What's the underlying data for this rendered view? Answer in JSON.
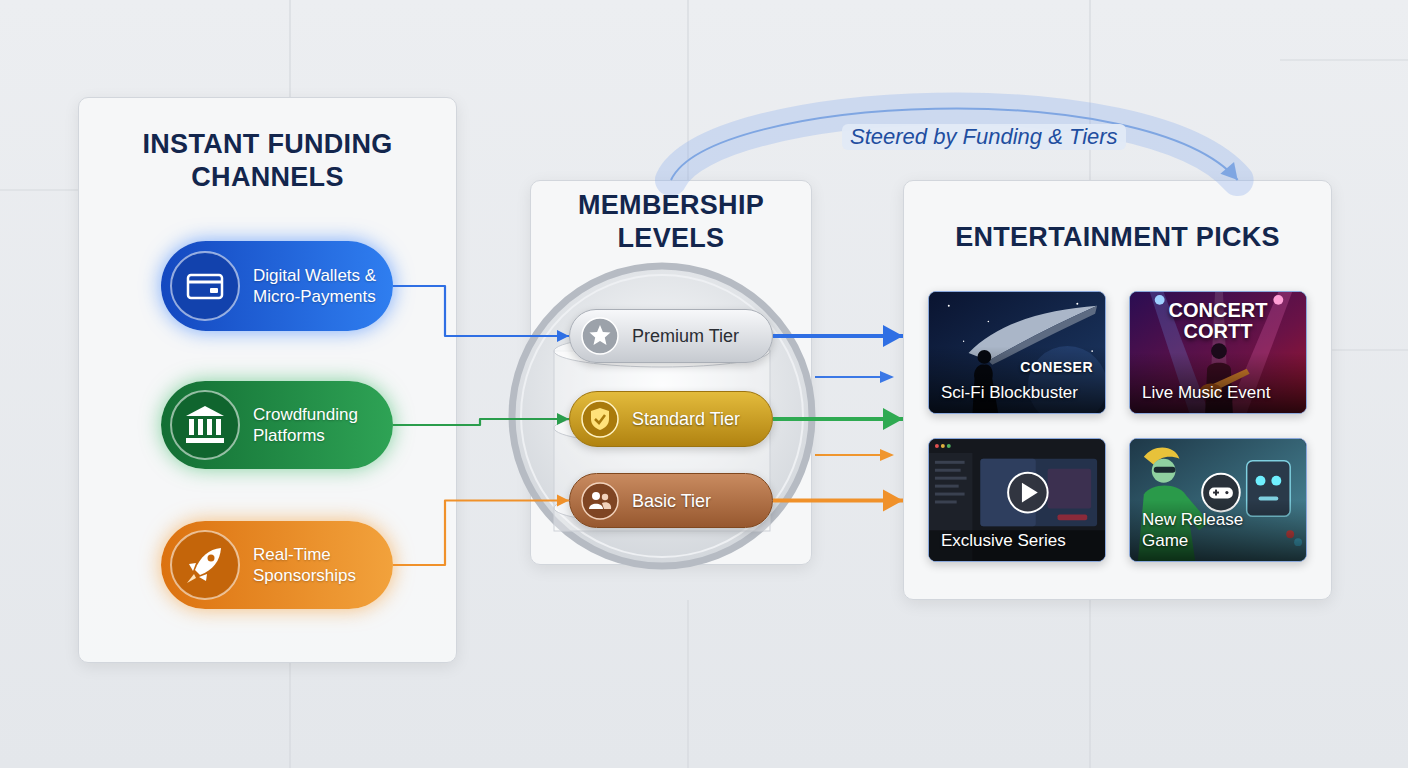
{
  "diagram": {
    "nodes": [
      {
        "text": [
          "INSTANT FUNDING CHANNELS"
        ]
      },
      {
        "text": [
          "Digital Wallets & Micro-Payments"
        ],
        "in": 0
      },
      {
        "text": [
          "Crowdfunding Platforms"
        ],
        "in": 0
      },
      {
        "text": [
          "Real-Time Sponsorships"
        ],
        "in": 0
      },
      {
        "text": [
          "MEMBERSHIP LEVELS"
        ]
      },
      {
        "text": [
          "Premium Tier"
        ],
        "in": 4
      },
      {
        "text": [
          "Standard Tier"
        ],
        "in": 4
      },
      {
        "text": [
          "Basic Tier"
        ],
        "in": 4
      },
      {
        "text": [
          "ENTERTAINMENT PICKS"
        ]
      },
      {
        "text": [
          "CONESER",
          "Sci-Fi Blockbuster"
        ],
        "in": 8
      },
      {
        "text": [
          "CONCERT CORTT",
          "Live Music Event"
        ],
        "in": 8
      },
      {
        "text": [
          "Exclusive Series"
        ],
        "in": 8
      },
      {
        "text": [
          "New Release Game"
        ],
        "in": 8
      }
    ],
    "edges": [
      {
        "from": 1,
        "to": 5,
        "arrow": "to"
      },
      {
        "from": 2,
        "to": 6,
        "arrow": "to"
      },
      {
        "from": 3,
        "to": 7,
        "arrow": "to"
      },
      {
        "from": 5,
        "to": 8,
        "arrow": "to"
      },
      {
        "from": 6,
        "to": 8,
        "arrow": "to"
      },
      {
        "from": 7,
        "to": 8,
        "arrow": "to"
      },
      {
        "from": 4,
        "to": 8,
        "label": "Steered by Funding & Tiers",
        "arrow": "to"
      }
    ]
  }
}
